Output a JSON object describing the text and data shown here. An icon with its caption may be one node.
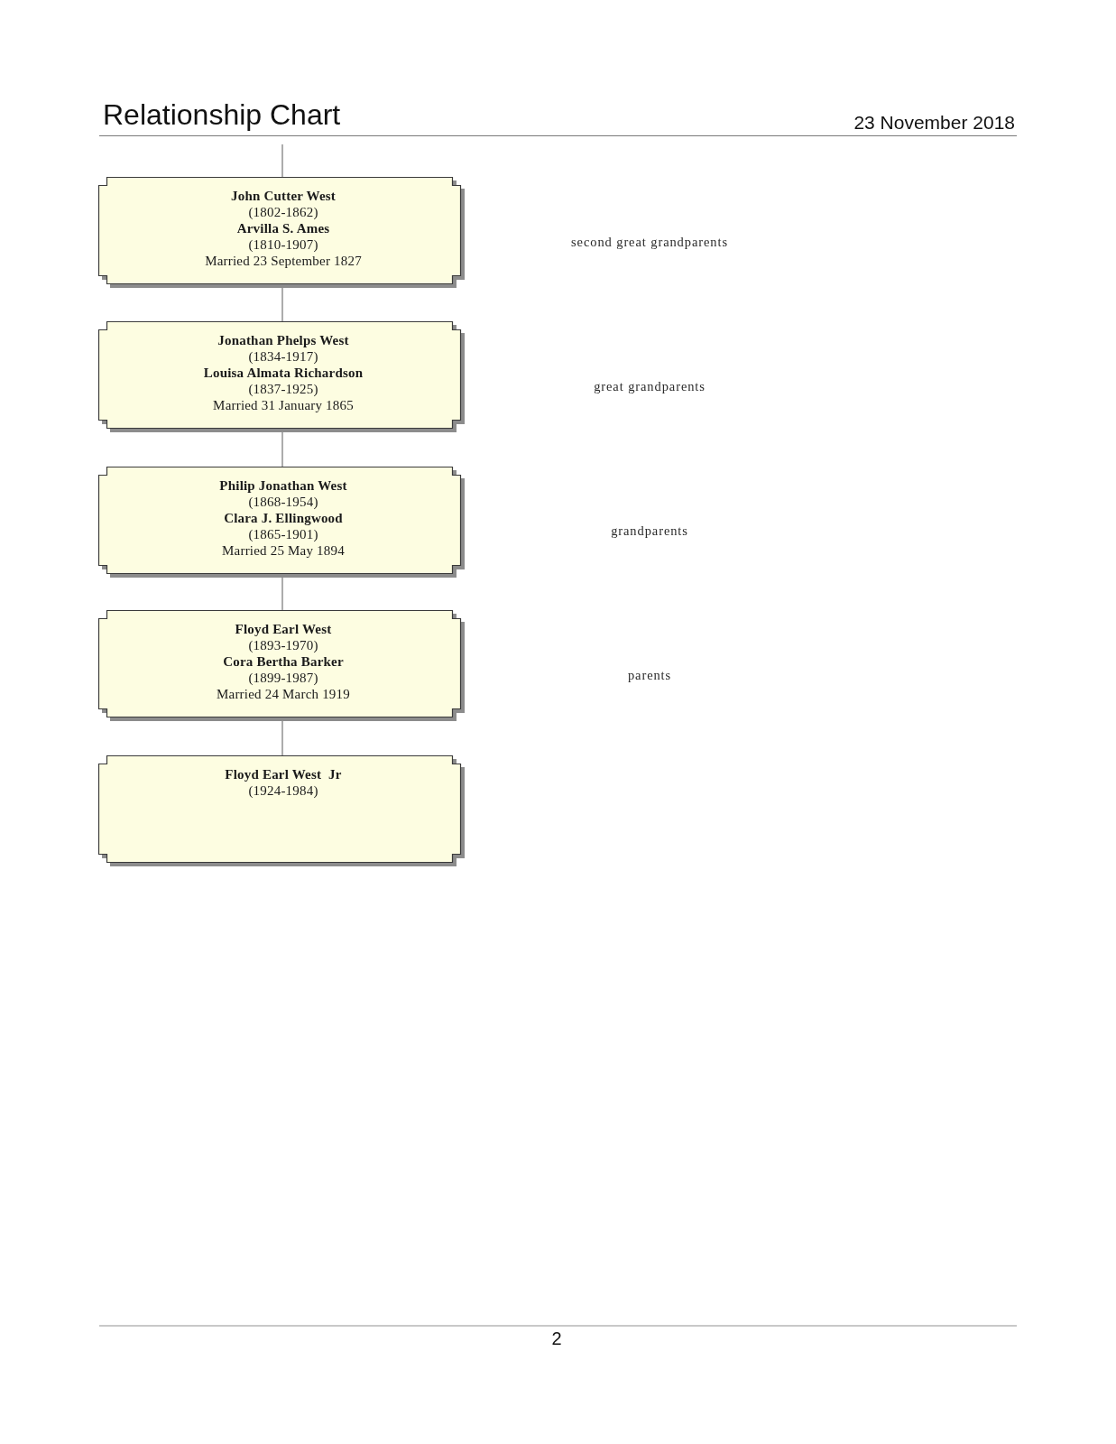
{
  "diagram": {
    "title": "Relationship Chart",
    "nodes": [
      {
        "text": [
          "John Cutter West",
          "(1802-1862)",
          "Arvilla S. Ames",
          "(1810-1907)",
          "Married 23 September 1827"
        ]
      },
      {
        "text": [
          "Jonathan Phelps West",
          "(1834-1917)",
          "Louisa Almata Richardson",
          "(1837-1925)",
          "Married 31 January 1865"
        ]
      },
      {
        "text": [
          "Philip Jonathan West",
          "(1868-1954)",
          "Clara J. Ellingwood",
          "(1865-1901)",
          "Married 25 May 1894"
        ]
      },
      {
        "text": [
          "Floyd Earl West",
          "(1893-1970)",
          "Cora Bertha Barker",
          "(1899-1987)",
          "Married 24 March 1919"
        ]
      },
      {
        "text": [
          "Floyd Earl West  Jr",
          "(1924-1984)"
        ]
      }
    ],
    "edges": [
      {
        "from": null,
        "to": 0,
        "arrow": "none"
      },
      {
        "from": 0,
        "to": 1,
        "arrow": "none"
      },
      {
        "from": 1,
        "to": 2,
        "arrow": "none"
      },
      {
        "from": 2,
        "to": 3,
        "arrow": "none"
      },
      {
        "from": 3,
        "to": 4,
        "arrow": "none"
      }
    ],
    "labels": [
      "23 November 2018",
      "second great grandparents",
      "great grandparents",
      "grandparents",
      "parents",
      "2"
    ]
  }
}
